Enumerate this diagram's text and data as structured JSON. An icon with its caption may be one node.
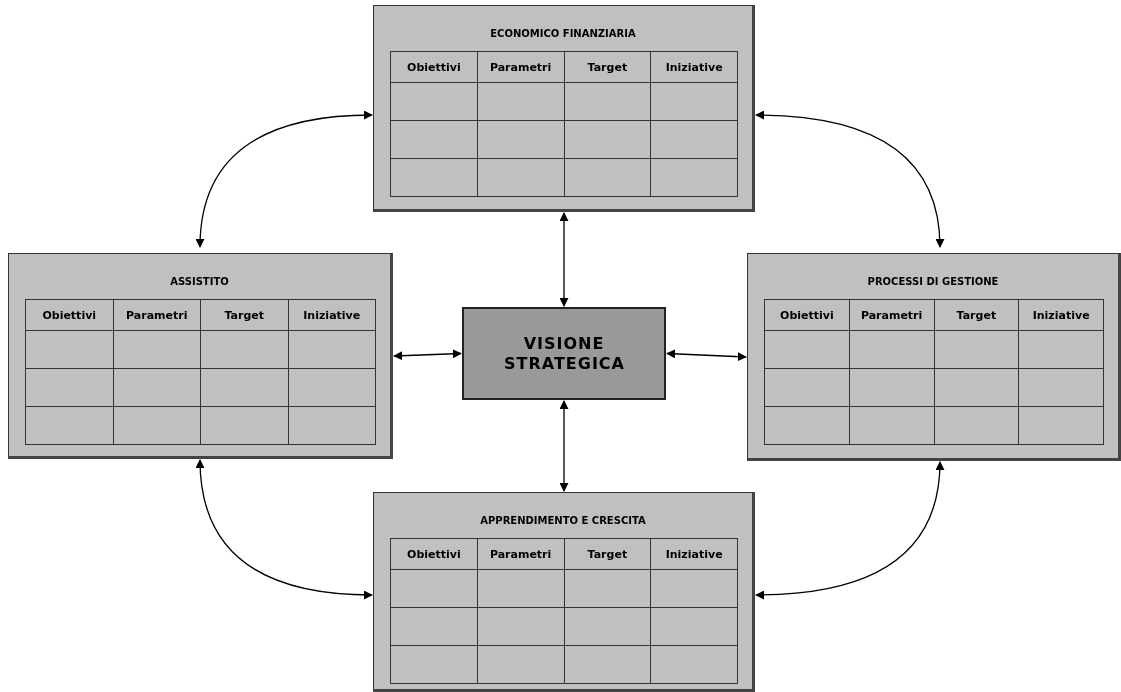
{
  "diagram": {
    "nodes": [
      {
        "text": [
          "ECONOMICO FINANZIARIA",
          "Obiettivi",
          "Parametri",
          "Target",
          "Iniziative"
        ]
      },
      {
        "text": [
          "ASSISTITO",
          "Obiettivi",
          "Parametri",
          "Target",
          "Iniziative"
        ]
      },
      {
        "text": [
          "VISIONE STRATEGICA"
        ]
      },
      {
        "text": [
          "PROCESSI DI GESTIONE",
          "Obiettivi",
          "Parametri",
          "Target",
          "Iniziative"
        ]
      },
      {
        "text": [
          "APPRENDIMENTO E CRESCITA",
          "Obiettivi",
          "Parametri",
          "Target",
          "Iniziative"
        ]
      }
    ],
    "edges": [
      {
        "from": 1,
        "to": 0,
        "arrow": "both"
      },
      {
        "from": 0,
        "to": 3,
        "arrow": "both"
      },
      {
        "from": 1,
        "to": 2,
        "arrow": "both"
      },
      {
        "from": 2,
        "to": 3,
        "arrow": "both"
      },
      {
        "from": 2,
        "to": 0,
        "arrow": "both"
      },
      {
        "from": 2,
        "to": 4,
        "arrow": "both"
      },
      {
        "from": 1,
        "to": 4,
        "arrow": "both"
      },
      {
        "from": 4,
        "to": 3,
        "arrow": "both"
      }
    ]
  }
}
